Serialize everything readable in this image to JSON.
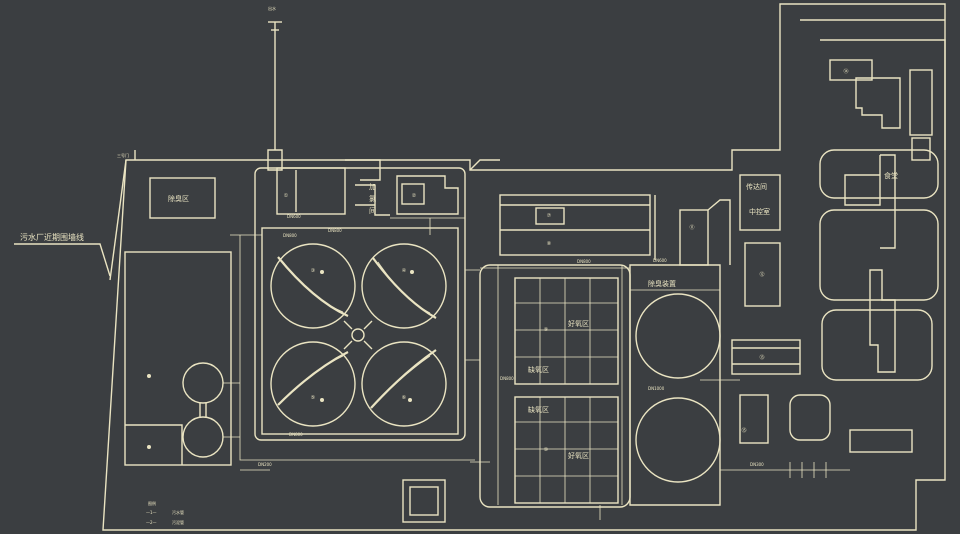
{
  "labels": {
    "outflow": "出水",
    "gate_no3": "三号门",
    "boundary": "污水厂近期围墙线",
    "deodor_left": "除臭区",
    "dosing": "加氯间",
    "deodor_right": "除臭装置",
    "filter_1": "好氧区",
    "filter_2": "好氧区",
    "anoxic_1": "缺氧区",
    "anoxic_2": "缺氧区",
    "guard": "传达间",
    "control": "中控室",
    "canteen": "食堂"
  },
  "pipe_sizes": {
    "dn800_a": "DN800",
    "dn800_b": "DN800",
    "dn800_c": "DN800",
    "dn800_d": "DN800",
    "dn800_e": "DN800",
    "dn600_a": "DN600",
    "dn600_b": "DN600",
    "dn1000": "DN1000",
    "dn300": "DN300",
    "dn200": "DN200"
  },
  "legend": {
    "title": "图例",
    "item1_symbol": "—1—",
    "item1_label": "污水管",
    "item2_symbol": "—2—",
    "item2_label": "污泥管"
  },
  "unit_numbers": {
    "u1": "①",
    "u2": "②",
    "u3": "③",
    "u4": "④",
    "u5": "⑤",
    "u6": "⑥",
    "u7": "⑦",
    "u8": "⑧",
    "u9": "⑨",
    "u10": "⑩",
    "u11": "⑪",
    "u12": "⑫",
    "u13": "⑬",
    "u14": "⑭",
    "u15": "⑮"
  },
  "colors": {
    "background": "#3b3e41",
    "line": "#eae4c2"
  }
}
